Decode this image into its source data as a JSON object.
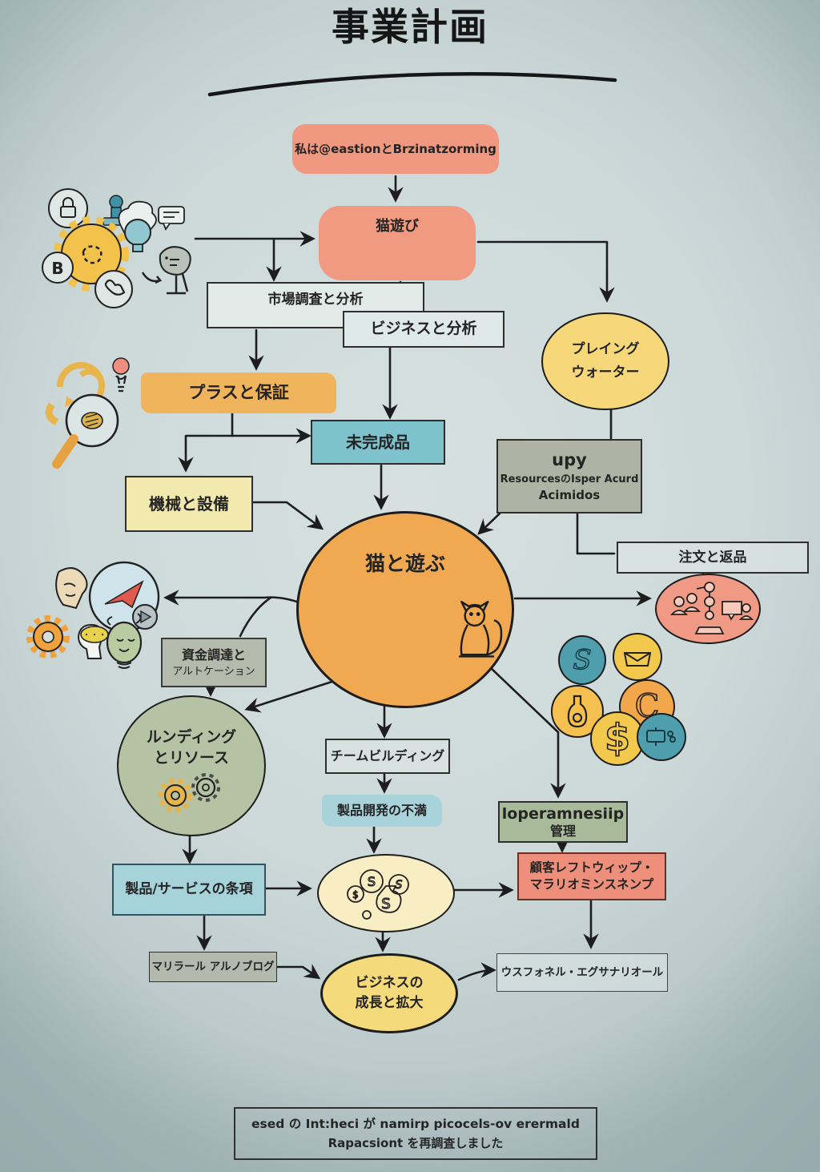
{
  "title": "事業計画",
  "nodes": {
    "intro": {
      "label": "私は@eastionとBrzinatzorming"
    },
    "cat_play": {
      "label": "猫遊び"
    },
    "market_research": {
      "label": "市場調査と分析"
    },
    "business_analysis": {
      "label": "ビジネスと分析"
    },
    "playing_water": {
      "line1": "プレイング",
      "line2": "ウォーター"
    },
    "plus_guarantee": {
      "label": "プラスと保証"
    },
    "unfinished": {
      "label": "未完成品"
    },
    "machines": {
      "label": "機械と設備"
    },
    "upy": {
      "line1": "upy",
      "line2": "ResourcesのIsper Acurd",
      "line3": "Acimidos"
    },
    "orders_returns": {
      "label": "注文と返品"
    },
    "play_with_cat": {
      "label": "猫と遊ぶ"
    },
    "funding": {
      "line1": "資金調達と",
      "line2": "アルトケーション"
    },
    "landing_resources": {
      "line1": "ルンディング",
      "line2": "とリソース"
    },
    "team_building": {
      "label": "チームビルディング"
    },
    "product_dissatisfaction": {
      "label": "製品開発の不満"
    },
    "loperamnesiip": {
      "line1": "loperamnesiip",
      "line2": "管理"
    },
    "customer_leftwhip": {
      "line1": "顧客レフトウィップ・",
      "line2": "マラリオミンスネンプ"
    },
    "product_terms": {
      "label": "製品/サービスの条項"
    },
    "marilal_blog": {
      "label": "マリラール アルノブログ"
    },
    "business_growth": {
      "line1": "ビジネスの",
      "line2": "成長と拡大"
    },
    "usphonel": {
      "label": "ウスフォネル・エグサナリオール"
    },
    "footer": {
      "line1": "esed の Int:heci が namirp picocels-ov erermald",
      "line2": "Rapacsiont を再調査しました"
    }
  },
  "icons": [
    "lock-icon",
    "stamp-icon",
    "gear-icon",
    "lightbulb-icon",
    "speech-bubble-icon",
    "projector-icon",
    "letter-b-icon",
    "phone-icon",
    "arrow-doodle-icon",
    "cycle-arrows-icon",
    "person-icon",
    "magnifier-icon",
    "head-beige-icon",
    "paper-plane-icon",
    "play-circle-icon",
    "gear-orange-icon",
    "head-bubble-icon",
    "bulb-face-icon",
    "org-chart-icon",
    "coin-s-icon",
    "coin-envelope-icon",
    "coin-flask-icon",
    "coin-c-icon",
    "coin-dollar-icon",
    "coin-board-icon",
    "money-coins-icon",
    "cat-icon",
    "gears-icon"
  ],
  "colors": {
    "background": "#cdd9d9",
    "salmon": "#f09880",
    "yellow_ellipse": "#f6d87a",
    "orange_highlight": "#efb45c",
    "teal_box": "#7dc2cd",
    "pale_yellow_box": "#f2e9ae",
    "olive_box": "#afb3a4",
    "big_circle_orange": "#f0a851",
    "green_circle": "#b6c2a4",
    "green_box": "#a9ba9b",
    "blue_box": "#a6d2da",
    "blue_highlight": "#a9d3da",
    "money_ellipse": "#f9edc3",
    "ink": "#1d1d1d"
  }
}
